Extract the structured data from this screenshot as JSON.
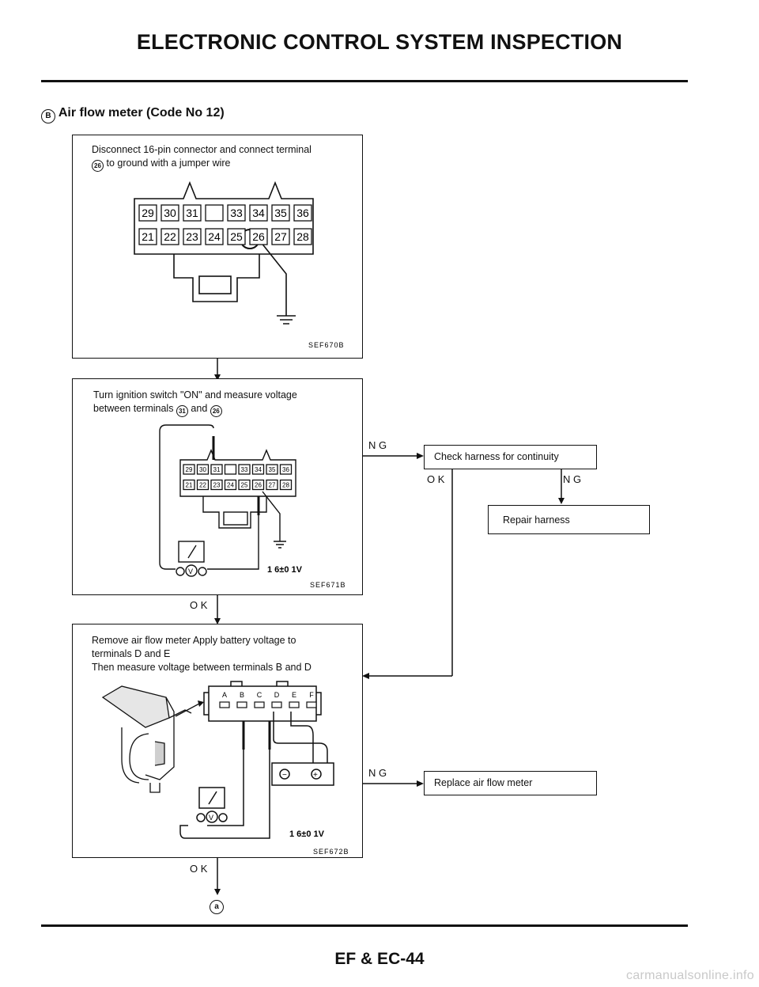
{
  "header": {
    "title": "ELECTRONIC CONTROL SYSTEM INSPECTION"
  },
  "section": {
    "marker": "B",
    "heading": "Air flow meter (Code No 12)"
  },
  "step1": {
    "line1": "Disconnect 16-pin connector and connect terminal",
    "line2_terminal": "26",
    "line2_rest": "to ground with a jumper wire",
    "code": "SEF670B",
    "pins_top": [
      "29",
      "30",
      "31",
      "",
      "33",
      "34",
      "35",
      "36"
    ],
    "pins_bottom": [
      "21",
      "22",
      "23",
      "24",
      "25",
      "26",
      "27",
      "28"
    ]
  },
  "step2": {
    "line1": "Turn ignition switch \"ON\" and measure voltage",
    "line2_a": "between terminals",
    "term_a": "31",
    "line2_b": "and",
    "term_b": "26",
    "reading": "1 6±0 1V",
    "code": "SEF671B"
  },
  "step3": {
    "line1": "Remove air flow meter Apply battery voltage to",
    "line2": "terminals D and E",
    "line3": "Then measure voltage between terminals B and D",
    "reading": "1 6±0 1V",
    "code": "SEF672B",
    "terminals": [
      "A",
      "B",
      "C",
      "D",
      "E",
      "F"
    ]
  },
  "flow": {
    "ng1": "N G",
    "check_harness": "Check harness for continuity",
    "ok1": "O K",
    "ng2": "N G",
    "repair_harness": "Repair harness",
    "ok_step2": "O K",
    "ng3": "N G",
    "replace_meter": "Replace air flow meter",
    "ok_step3": "O K",
    "next_marker": "a"
  },
  "footer": {
    "page": "EF & EC-44"
  },
  "watermark": "carmanualsonline.info"
}
